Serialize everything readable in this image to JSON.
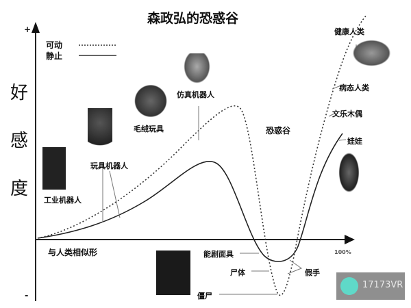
{
  "title": "森政弘的恐惑谷",
  "legend": {
    "moving": "可动",
    "still": "静止"
  },
  "y_axis": {
    "label": [
      "好",
      "感",
      "度"
    ],
    "plus": "+",
    "minus": "-"
  },
  "x_axis": {
    "label": "与人类相似形",
    "end": "100%"
  },
  "valley_label": "恐惑谷",
  "labels": {
    "industrial_robot": "工业机器人",
    "toy_robot": "玩具机器人",
    "stuffed_toy": "毛绒玩具",
    "humanoid_robot": "仿真机器人",
    "healthy_human": "健康人类",
    "sick_human": "病态人类",
    "bunraku": "文乐木偶",
    "doll": "娃娃",
    "noh_mask": "能剧面具",
    "corpse": "尸体",
    "prosthetic_hand": "假手",
    "zombie": "僵尸"
  },
  "watermark": {
    "text": "17173VR",
    "color": "#5fd9c8"
  }
}
